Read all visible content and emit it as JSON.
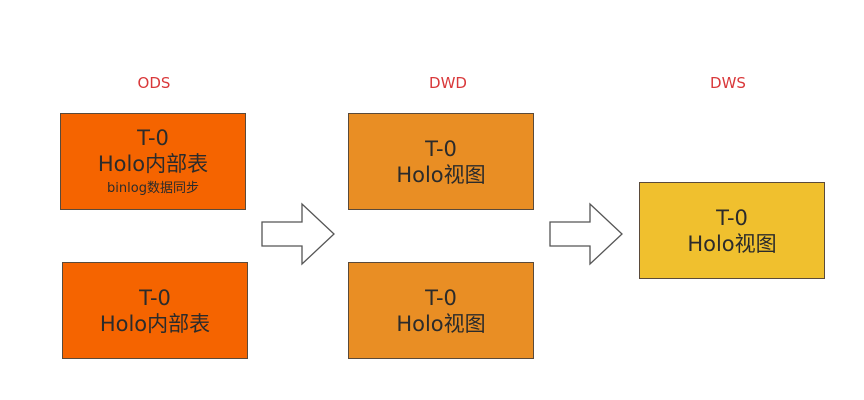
{
  "layers": {
    "ods": "ODS",
    "dwd": "DWD",
    "dws": "DWS"
  },
  "colors": {
    "ods_fill": "#f56400",
    "dwd_fill": "#e98e24",
    "dws_fill": "#f0c02e",
    "label_text": "#d9383a"
  },
  "boxes": {
    "ods_top": {
      "line1": "T-0",
      "line2": "Holo内部表",
      "line3": "binlog数据同步"
    },
    "ods_bottom": {
      "line1": "T-0",
      "line2": "Holo内部表"
    },
    "dwd_top": {
      "line1": "T-0",
      "line2": "Holo视图"
    },
    "dwd_bottom": {
      "line1": "T-0",
      "line2": "Holo视图"
    },
    "dws": {
      "line1": "T-0",
      "line2": "Holo视图"
    }
  }
}
